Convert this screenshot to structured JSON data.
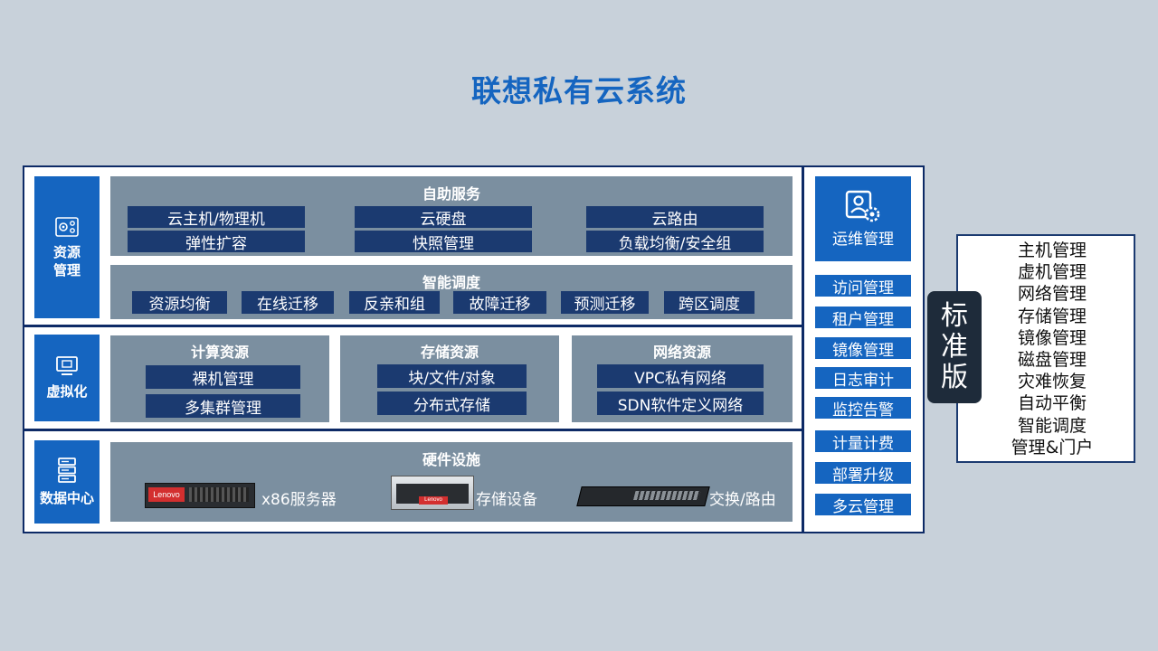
{
  "title": "联想私有云系统",
  "layers": {
    "resource": "资源\n管理",
    "virtual": "虚拟化",
    "datacenter": "数据中心"
  },
  "self_service": {
    "title": "自助服务",
    "items": [
      "云主机/物理机",
      "云硬盘",
      "云路由",
      "弹性扩容",
      "快照管理",
      "负载均衡/安全组"
    ]
  },
  "smart_schedule": {
    "title": "智能调度",
    "items": [
      "资源均衡",
      "在线迁移",
      "反亲和组",
      "故障迁移",
      "预测迁移",
      "跨区调度"
    ]
  },
  "compute": {
    "title": "计算资源",
    "items": [
      "裸机管理",
      "多集群管理"
    ]
  },
  "storage": {
    "title": "存储资源",
    "items": [
      "块/文件/对象",
      "分布式存储"
    ]
  },
  "network": {
    "title": "网络资源",
    "items": [
      "VPC私有网络",
      "SDN软件定义网络"
    ]
  },
  "hardware": {
    "title": "硬件设施",
    "items": [
      "x86服务器",
      "存储设备",
      "交换/路由"
    ],
    "brand": "Lenovo"
  },
  "ops": {
    "title": "运维管理",
    "items": [
      "访问管理",
      "租户管理",
      "镜像管理",
      "日志审计",
      "监控告警",
      "计量计费",
      "部署升级",
      "多云管理"
    ]
  },
  "standard": {
    "badge": [
      "标",
      "准",
      "版"
    ],
    "features": [
      "主机管理",
      "虚机管理",
      "网络管理",
      "存储管理",
      "镜像管理",
      "磁盘管理",
      "灾难恢复",
      "自动平衡",
      "智能调度",
      "管理&门户"
    ]
  },
  "colors": {
    "accent": "#1565c0",
    "navy": "#1b3a70",
    "panel": "#7b8fa0",
    "background": "#c8d1da"
  }
}
